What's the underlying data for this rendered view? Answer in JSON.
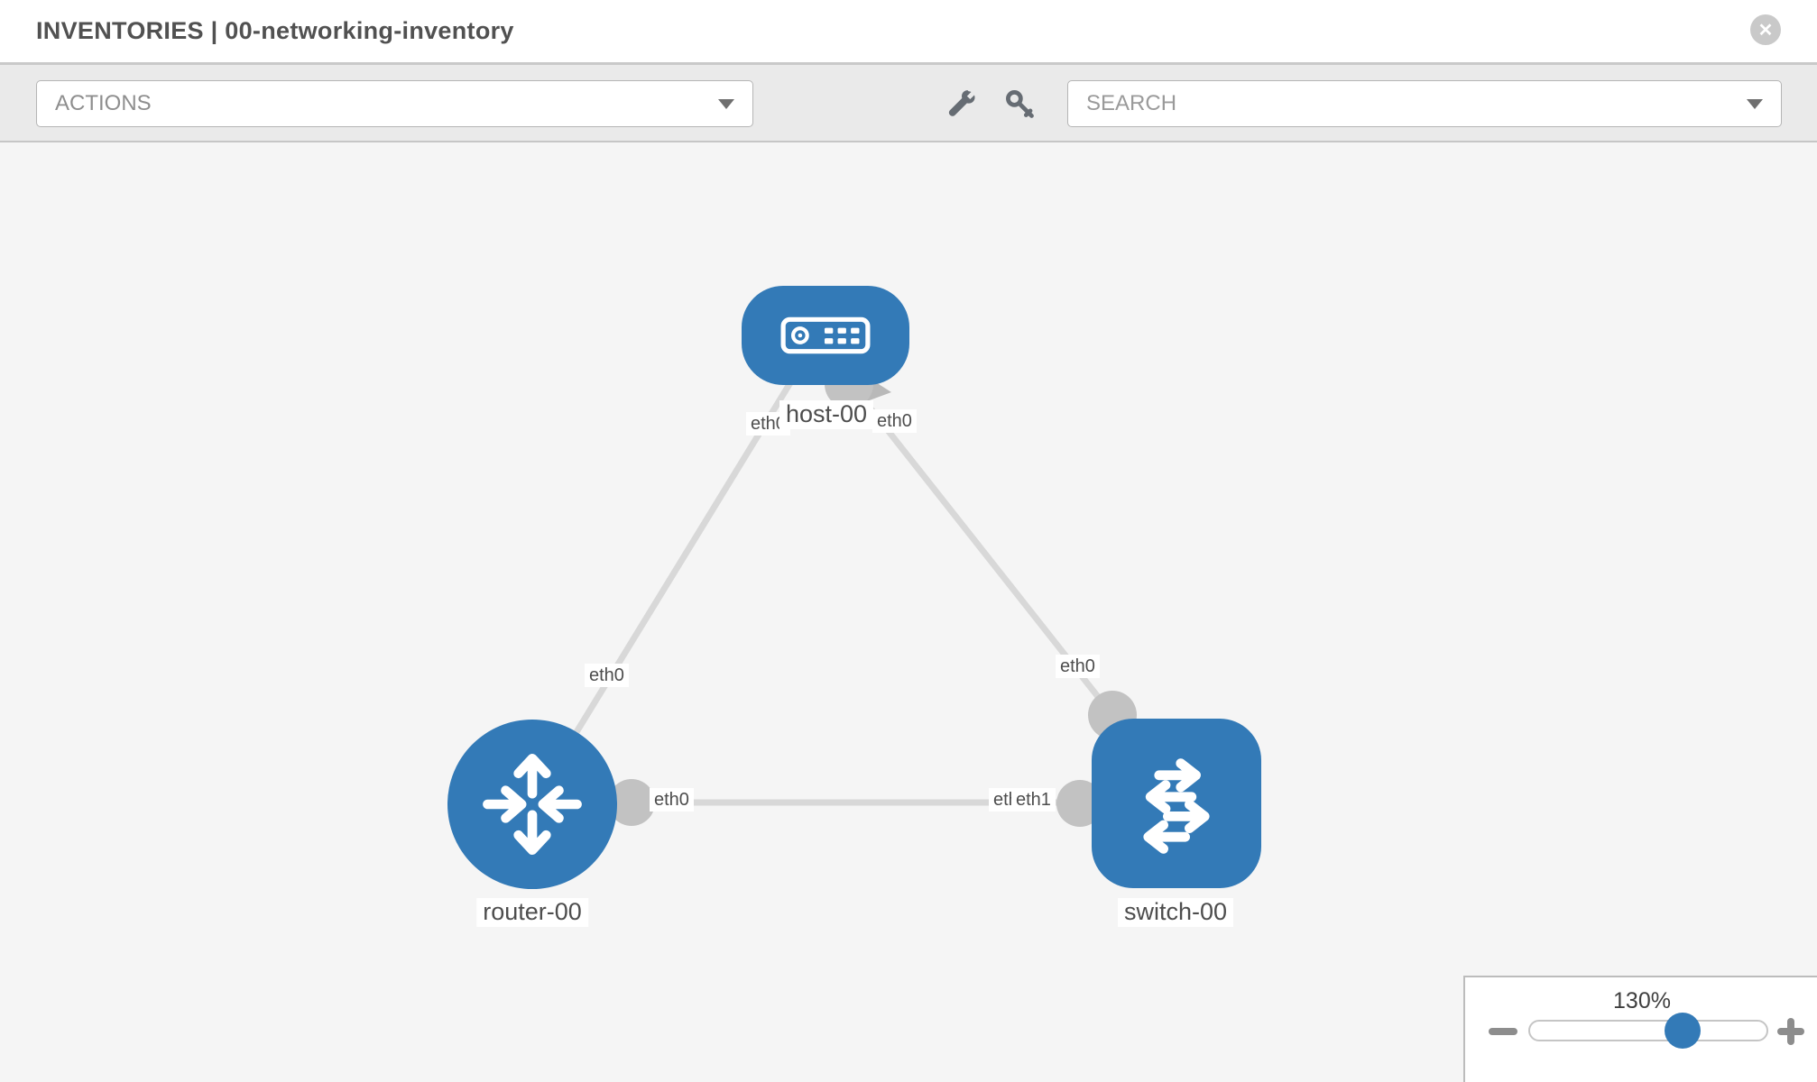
{
  "header": {
    "title": "INVENTORIES | 00-networking-inventory",
    "close_icon": "circle-x"
  },
  "toolbar": {
    "actions_label": "ACTIONS",
    "search_placeholder": "SEARCH",
    "wrench_icon": "wrench",
    "key_icon": "key",
    "caret_icon": "chevron-down"
  },
  "topology": {
    "nodes": [
      {
        "id": "host-00",
        "label": "host-00",
        "type": "host",
        "shape": "rounded-rectangle",
        "color": "#337ab7"
      },
      {
        "id": "router-00",
        "label": "router-00",
        "type": "router",
        "shape": "circle",
        "color": "#337ab7"
      },
      {
        "id": "switch-00",
        "label": "switch-00",
        "type": "switch",
        "shape": "rounded-square",
        "color": "#337ab7"
      }
    ],
    "links": [
      {
        "source": "host-00",
        "source_interface": "eth0",
        "target": "router-00",
        "target_interface": "eth0"
      },
      {
        "source": "host-00",
        "source_interface": "eth0",
        "target": "switch-00",
        "target_interface": "eth0"
      },
      {
        "source": "router-00",
        "source_interface": "eth0",
        "target": "switch-00",
        "target_interface": "eth1"
      }
    ],
    "interface_labels": {
      "link1_host": "eth0",
      "link1_router": "eth0",
      "link2_host": "eth0",
      "link2_switch": "eth0",
      "link3_router": "eth0",
      "link3_switch_under": "eth0",
      "link3_switch": "eth1"
    },
    "link_color": "#d8d8d8",
    "port_color": "#c2c2c2"
  },
  "zoom_control": {
    "level": "130%",
    "minus_icon": "minus",
    "plus_icon": "plus"
  }
}
